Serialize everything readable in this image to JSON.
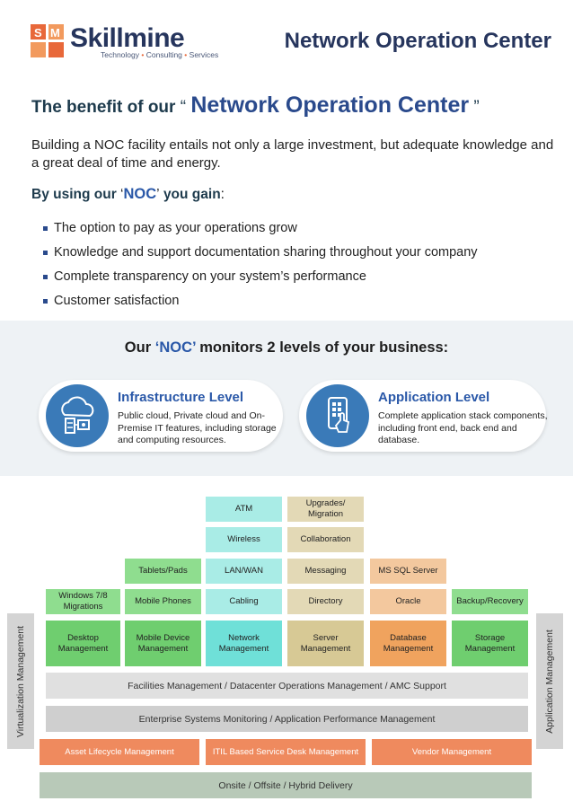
{
  "header": {
    "brand": "Skillmine",
    "tagline": [
      "Technology",
      "Consulting",
      "Services"
    ],
    "tagline_separator": "•",
    "title": "Network Operation Center"
  },
  "benefit": {
    "title_prefix": "The benefit of our",
    "open_quote": "“",
    "title_highlight": "Network Operation Center",
    "close_quote": "”",
    "intro": "Building a NOC facility entails not only a large investment, but adequate knowledge and a great deal of time and energy.",
    "gain_prefix": "By using our",
    "gain_open": "‘",
    "gain_noc": "NOC",
    "gain_close": "’",
    "gain_suffix": "you gain",
    "gain_colon": ":",
    "bullets": [
      "The option to pay as your operations grow",
      "Knowledge and support documentation sharing throughout your company",
      "Complete transparency on your system’s performance",
      "Customer satisfaction"
    ]
  },
  "monitors": {
    "title_prefix": "Our",
    "title_noc": "‘NOC’",
    "title_suffix": "monitors 2 levels of your business:",
    "levels": [
      {
        "title": "Infrastructure Level",
        "description": "Public cloud, Private cloud and On-Premise IT features, including storage and computing resources.",
        "icon": "cloud-server-icon"
      },
      {
        "title": "Application Level",
        "description": "Complete application stack components, including front end, back end and database.",
        "icon": "phone-touch-icon"
      }
    ]
  },
  "stack": {
    "cyan": [
      "ATM",
      "Wireless",
      "LAN/WAN",
      "Cabling",
      "Network Management"
    ],
    "tan": [
      "Upgrades/ Migration",
      "Collaboration",
      "Messaging",
      "Directory",
      "Server Management"
    ],
    "green_devices": [
      "Tablets/Pads",
      "Mobile Phones",
      "Mobile Device Management"
    ],
    "green_desktop": [
      "Windows 7/8 Migrations",
      "Desktop Management"
    ],
    "orange": [
      "MS SQL Server",
      "Oracle",
      "Database Management"
    ],
    "storage": [
      "Backup/Recovery",
      "Storage Management"
    ],
    "layers": [
      "Facilities Management / Datacenter Operations Management / AMC Support",
      "Enterprise Systems Monitoring / Application Performance Management"
    ],
    "services": [
      "Asset Lifecycle Management",
      "ITIL Based Service Desk Management",
      "Vendor Management"
    ],
    "delivery": "Onsite / Offsite / Hybrid Delivery",
    "side_left": "Virtualization Management",
    "side_right": "Application Management"
  },
  "colors": {
    "brand_navy": "#26355d",
    "accent_blue": "#2a58a8",
    "accent_orange": "#e8683a"
  }
}
